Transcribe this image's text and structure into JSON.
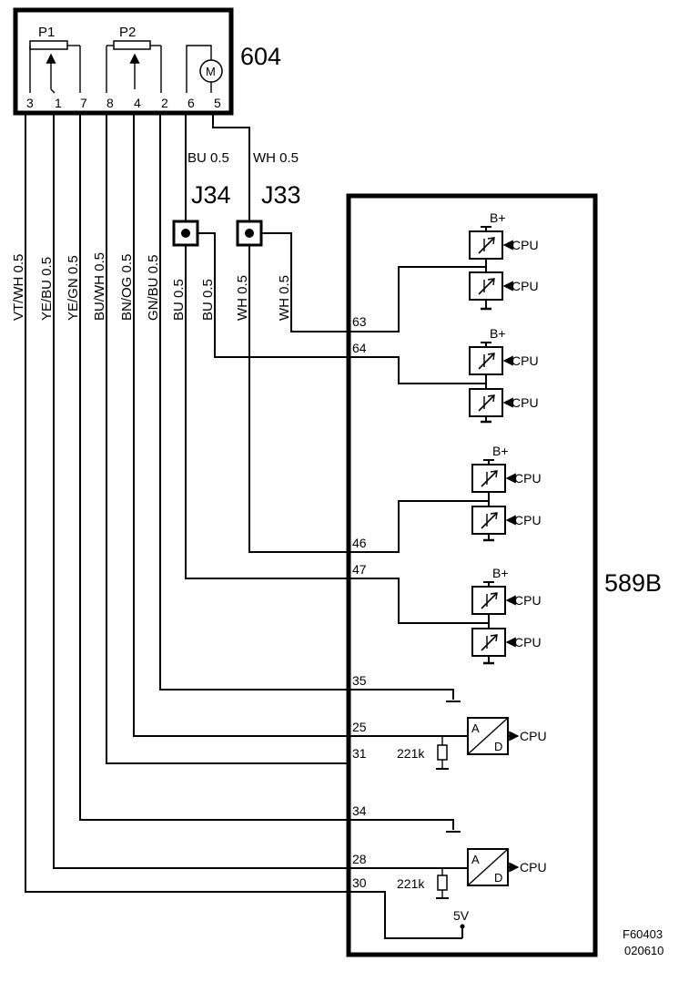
{
  "components": {
    "sensor_id": "604",
    "ecu_id": "589B",
    "p1": "P1",
    "p2": "P2",
    "motor": "M",
    "j34": "J34",
    "j33": "J33"
  },
  "sensor_pins": [
    "3",
    "1",
    "7",
    "8",
    "4",
    "2",
    "6",
    "5"
  ],
  "top_wire_labels": [
    "BU  0.5",
    "WH  0.5"
  ],
  "wire_labels": [
    "VT/WH  0.5",
    "YE/BU  0.5",
    "YE/GN  0.5",
    "BU/WH  0.5",
    "BN/OG  0.5",
    "GN/BU  0.5",
    "BU  0.5",
    "BU  0.5",
    "WH  0.5",
    "WH  0.5"
  ],
  "ecu_pins": [
    "63",
    "64",
    "46",
    "47",
    "35",
    "25",
    "31",
    "34",
    "28",
    "30"
  ],
  "driver_labels": {
    "supply": "B+",
    "cpu": "CPU"
  },
  "adc": {
    "a": "A",
    "d": "D",
    "cpu": "CPU",
    "resistor": "221k"
  },
  "ref_voltage": "5V",
  "figure_ref": [
    "F60403",
    "020610"
  ]
}
